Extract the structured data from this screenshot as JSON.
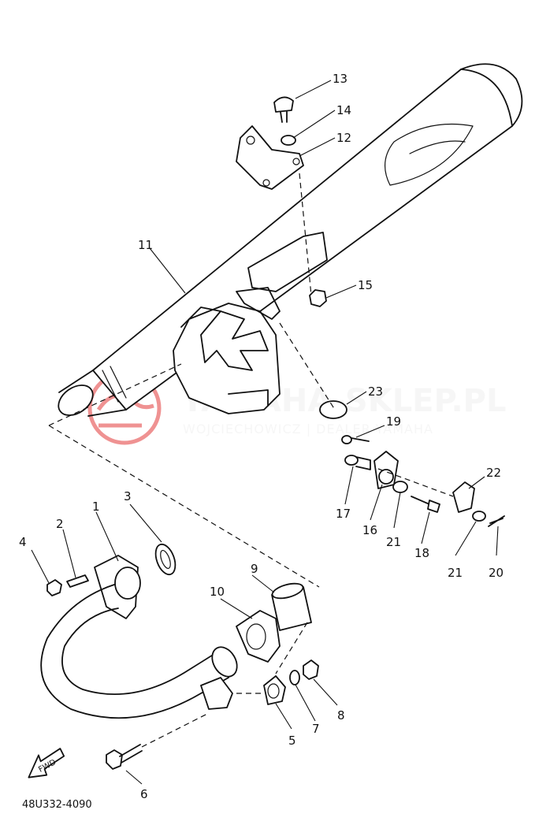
{
  "diagram": {
    "diagram_code": "48U332-4090",
    "fwd_label": "FWD",
    "watermark": {
      "main": "YAMAHA-SKLEP.PL",
      "sub": "WOJCIECHOWICZ | DEALER YAMAHA",
      "color": "#e23a3a"
    },
    "callouts": [
      "1",
      "2",
      "3",
      "4",
      "5",
      "6",
      "7",
      "8",
      "9",
      "10",
      "11",
      "12",
      "13",
      "14",
      "15",
      "16",
      "17",
      "18",
      "19",
      "20",
      "21",
      "21",
      "22",
      "23"
    ]
  }
}
